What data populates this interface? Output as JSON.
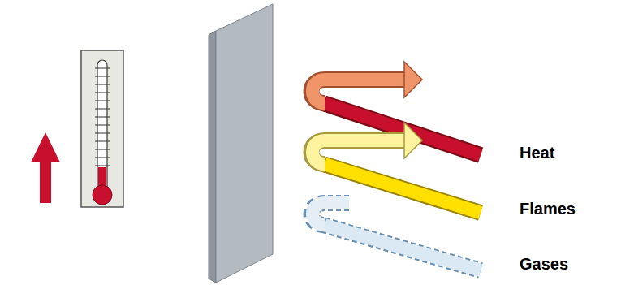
{
  "diagram": {
    "labels": [
      "Heat",
      "Flames",
      "Gases"
    ]
  }
}
